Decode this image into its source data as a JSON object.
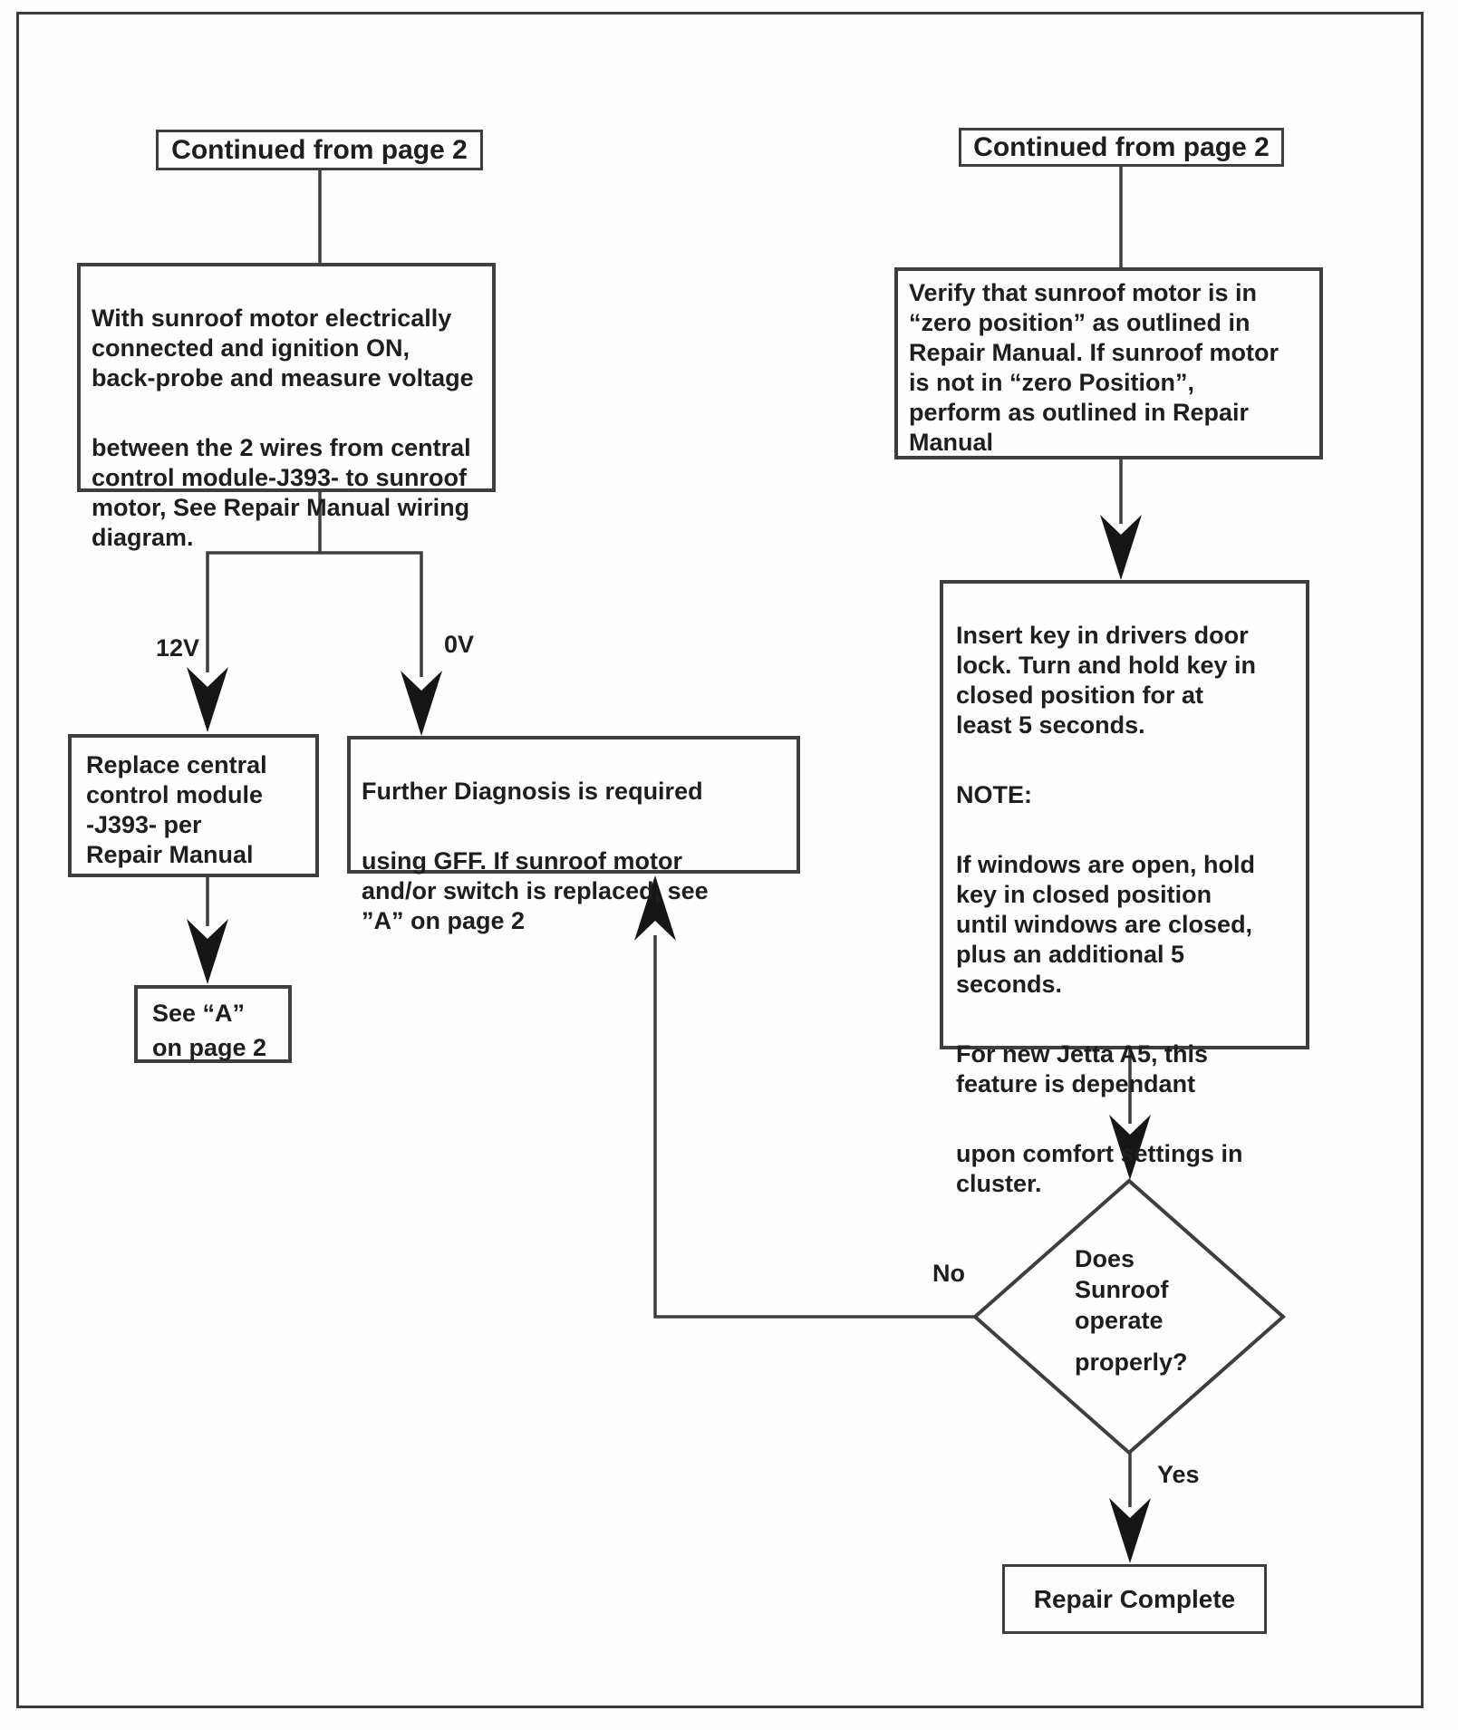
{
  "colors": {
    "line": "#3e3e3e",
    "border": "#3a3a3a",
    "text": "#1e1e1e",
    "background": "#fefefe"
  },
  "flowchart": {
    "left": {
      "continued": "Continued from page 2",
      "measure": {
        "p1": "With sunroof motor electrically\nconnected and ignition ON,\nback-probe and measure voltage",
        "p2": "between the 2 wires from central\ncontrol module-J393- to sunroof\nmotor, See Repair Manual wiring\ndiagram."
      },
      "branch_12v": "12V",
      "branch_0v": "0V",
      "replace": "Replace central\ncontrol module\n-J393- per\nRepair Manual",
      "further": {
        "p1": "Further Diagnosis is required",
        "p2": "using GFF. If sunroof motor\nand/or switch is replaced, see\n”A” on page 2"
      },
      "see_a": "See “A”\non page 2"
    },
    "right": {
      "continued": "Continued from page 2",
      "verify": "Verify that sunroof motor is in\n“zero position” as outlined in\nRepair Manual. If sunroof motor\nis not in “zero Position”,\nperform as outlined in Repair\nManual",
      "insert": {
        "p1": "Insert key in drivers door\nlock. Turn and hold key in\nclosed position for at\nleast 5 seconds.",
        "p2": "NOTE:",
        "p3": "If windows are open, hold\nkey in closed position\nuntil windows are closed,\nplus an additional 5\nseconds.",
        "p4": "For new Jetta A5, this\nfeature is dependant",
        "p5": "upon comfort settings in\ncluster."
      },
      "decision": {
        "q1": "Does\nSunroof\noperate",
        "q2": "properly?"
      },
      "no": "No",
      "yes": "Yes",
      "repair": "Repair Complete"
    }
  }
}
